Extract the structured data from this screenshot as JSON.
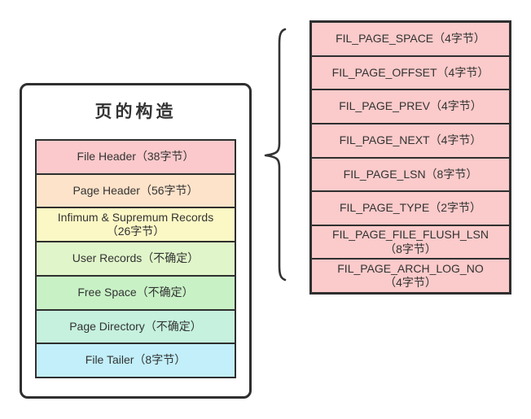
{
  "left_panel": {
    "title": "页的构造",
    "rows": [
      {
        "label": "File Header（38字节）",
        "color": "#fbc9cb"
      },
      {
        "label": "Page Header（56字节）",
        "color": "#fde3ca"
      },
      {
        "label": "Infimum & Supremum Records\n（26字节）",
        "color": "#fcf8c5"
      },
      {
        "label": "User Records（不确定）",
        "color": "#e0f5c9"
      },
      {
        "label": "Free Space（不确定）",
        "color": "#c8f2c6"
      },
      {
        "label": "Page Directory（不确定）",
        "color": "#c5f1de"
      },
      {
        "label": "File Tailer（8字节）",
        "color": "#c2eff9"
      }
    ]
  },
  "right_panel": {
    "row_color": "#fbcaca",
    "rows": [
      {
        "label": "FIL_PAGE_SPACE（4字节）"
      },
      {
        "label": "FIL_PAGE_OFFSET（4字节）"
      },
      {
        "label": "FIL_PAGE_PREV（4字节）"
      },
      {
        "label": "FIL_PAGE_NEXT（4字节）"
      },
      {
        "label": "FIL_PAGE_LSN（8字节）"
      },
      {
        "label": "FIL_PAGE_TYPE（2字节）"
      },
      {
        "label": "FIL_PAGE_FILE_FLUSH_LSN\n（8字节）"
      },
      {
        "label": "FIL_PAGE_ARCH_LOG_NO\n（4字节）"
      }
    ]
  },
  "colors": {
    "border": "#2f2f2f",
    "text": "#333333",
    "background": "#ffffff"
  }
}
